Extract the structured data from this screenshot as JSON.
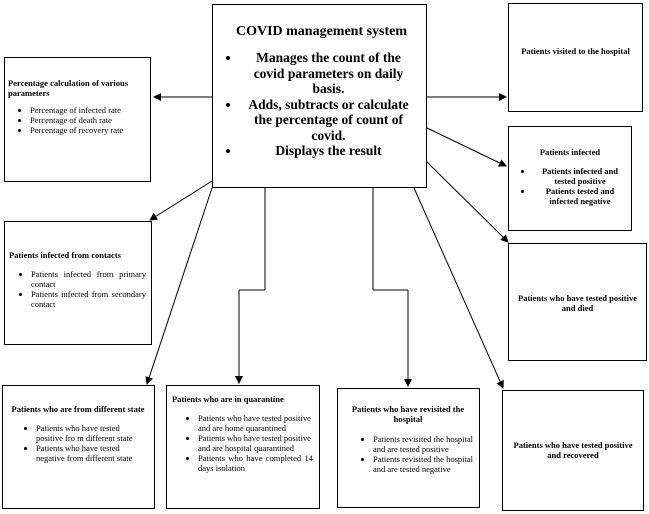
{
  "center": {
    "title": "COVID management system",
    "items": [
      "Manages the count of the covid parameters on daily basis.",
      "Adds, subtracts or calculate the percentage of count of covid.",
      "Displays the result"
    ]
  },
  "nodes": {
    "percentage": {
      "title": "Percentage calculation of various parameters",
      "items": [
        "Percentage of infected rate",
        "Percentage of death rate",
        "Percentage of recovery rate"
      ]
    },
    "visited": {
      "title": "Patients visited to the hospital"
    },
    "infected": {
      "title": "Patients infected",
      "items": [
        "Patients infected and tested positive",
        "Patients tested and infected negative"
      ]
    },
    "contacts": {
      "title": "Patients infected from contacts",
      "items": [
        "Patients infected from primary contact",
        "Patients infected from secondary contact"
      ]
    },
    "died": {
      "title": "Patients who have tested positive and died"
    },
    "different_state": {
      "title": "Patients who are from different state",
      "items": [
        "Patients who have tested positive fro m different state",
        "Patients who have tested negative from different state"
      ]
    },
    "quarantine": {
      "title": "Patients who are in  quarantine",
      "items": [
        "Patients who have tested positive and are home quarantined",
        "Patients who have tested positive and are hospital quarantined",
        "Patients who have completed 14 days isolation"
      ]
    },
    "revisited": {
      "title": "Patients who have revisited the hospital",
      "items": [
        "Patients revisited the hospital and are tested positive",
        "Patients revisited the hospital and are tested negative"
      ]
    },
    "recovered": {
      "title": "Patients who have tested positive and recovered"
    }
  }
}
